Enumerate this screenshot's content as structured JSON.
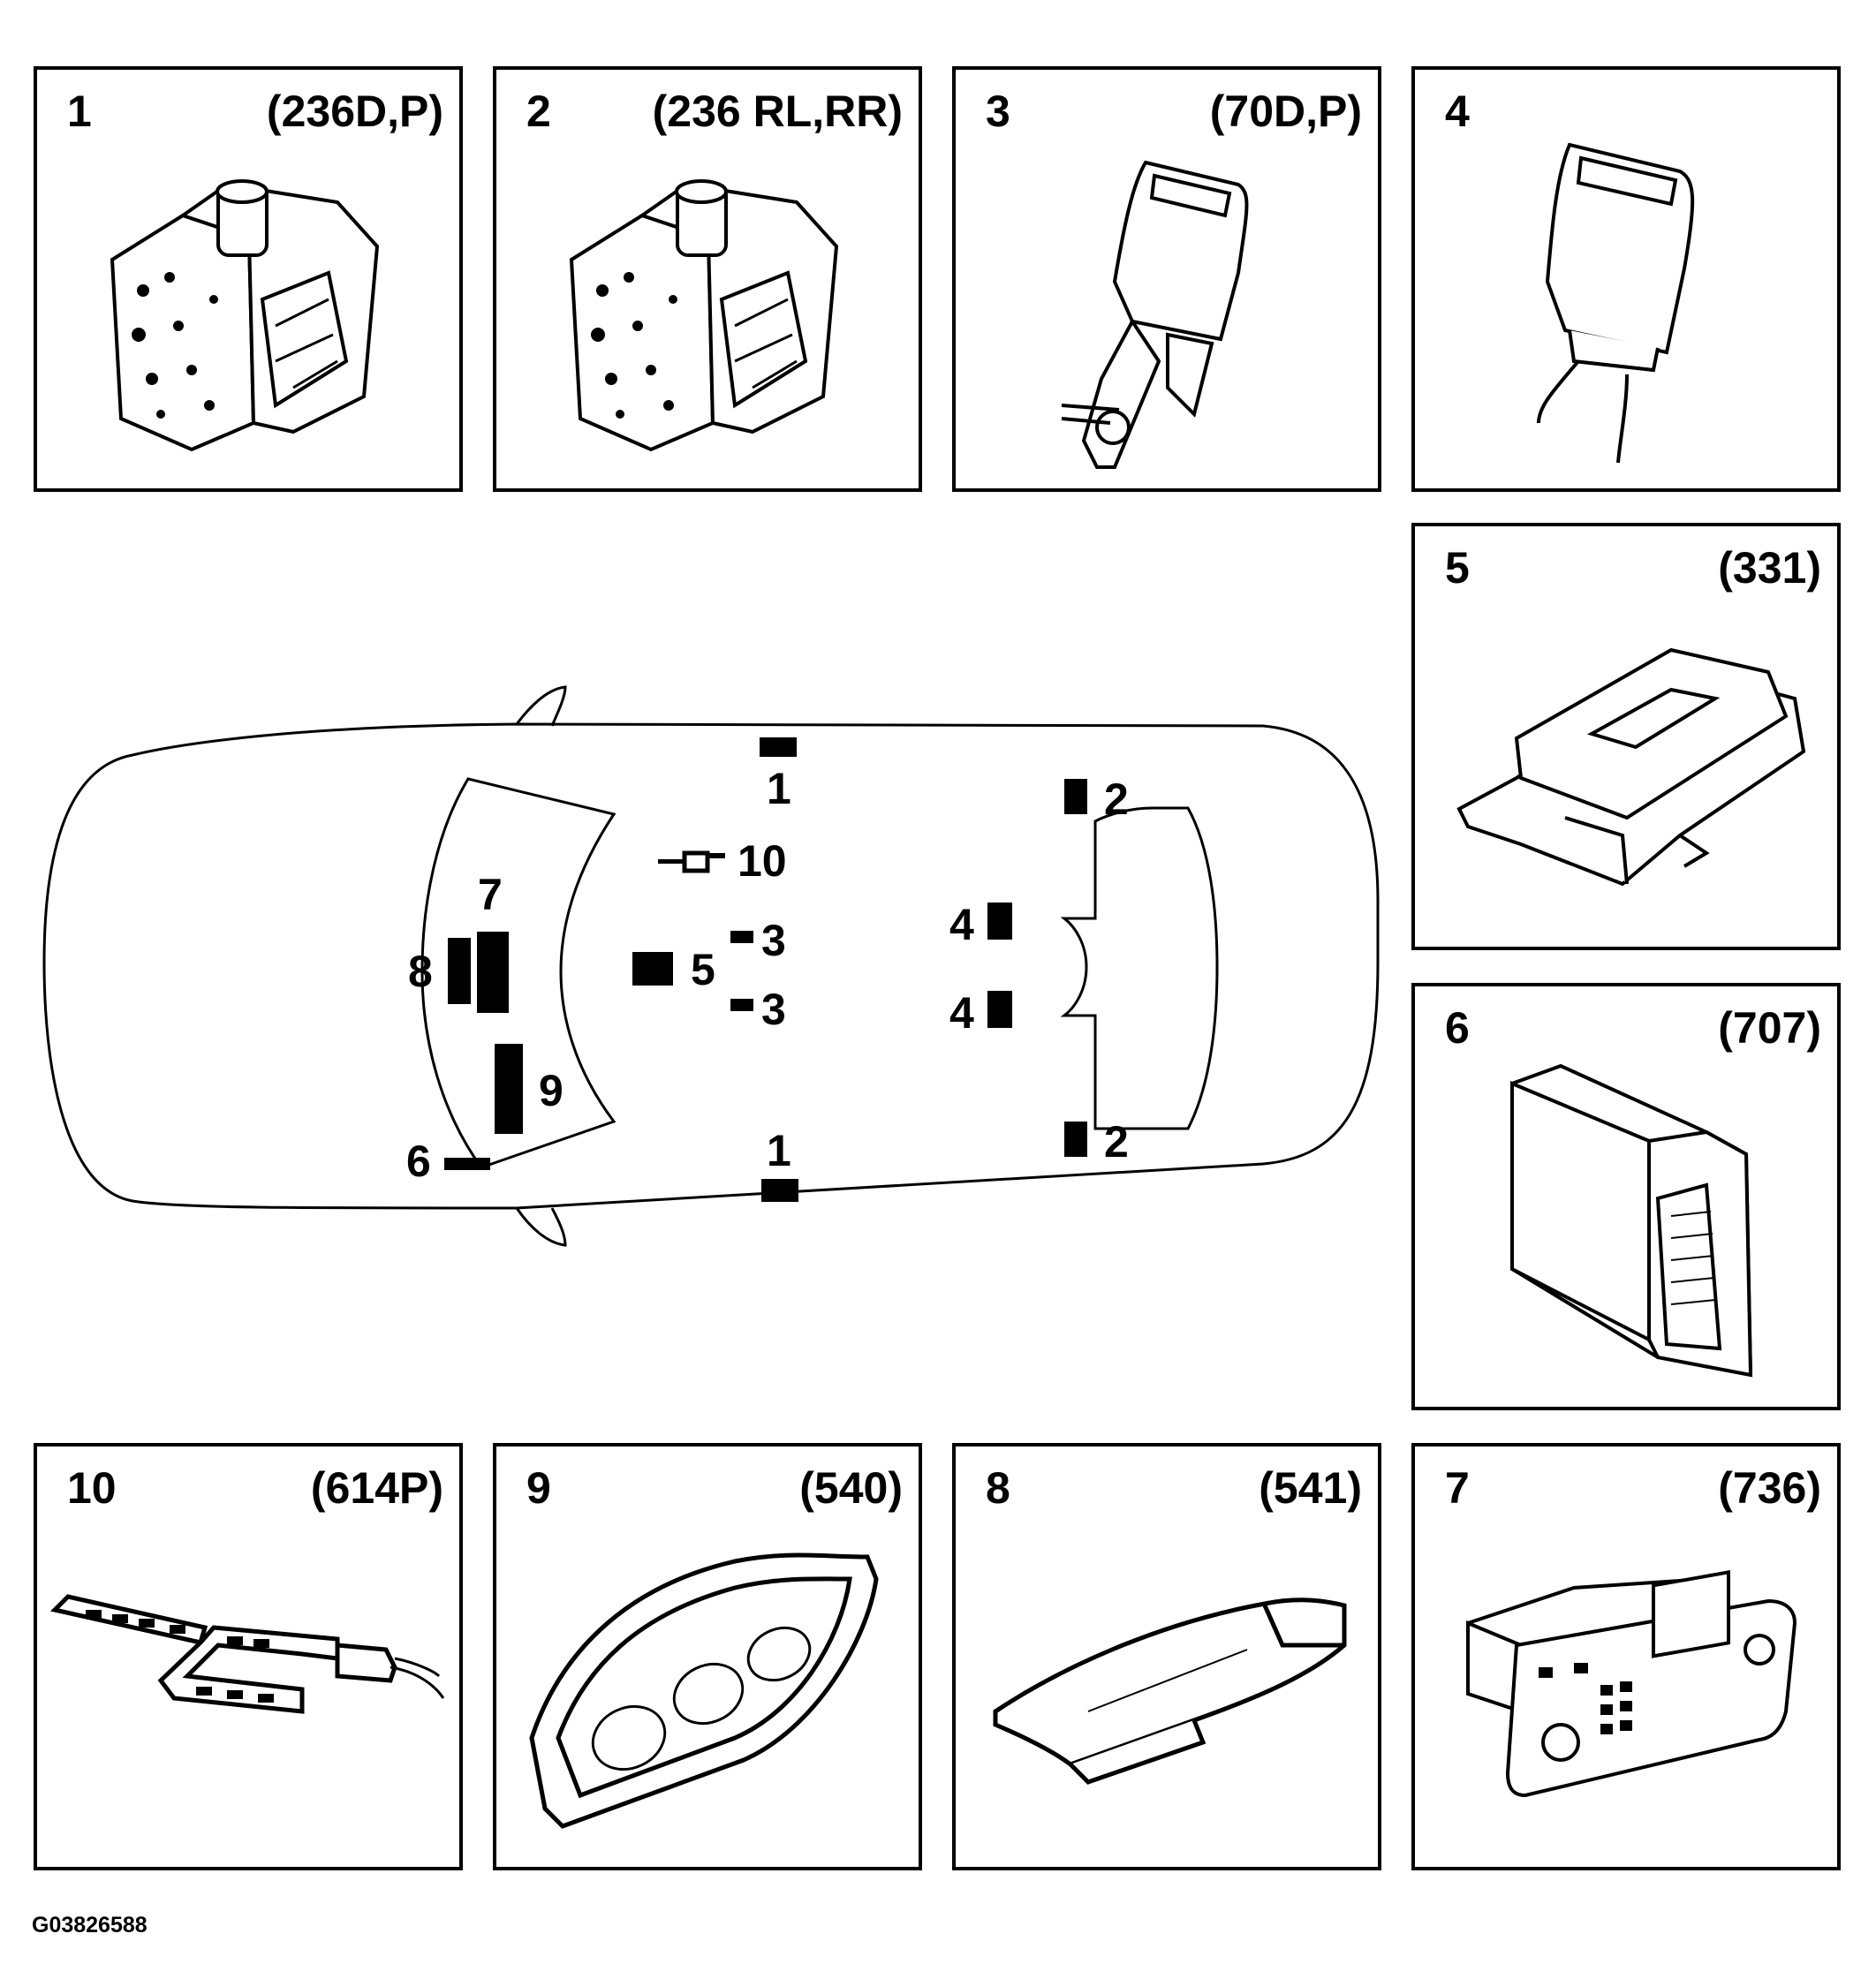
{
  "panels": [
    {
      "number": "1",
      "code": "(236D,P)",
      "icon": "seat-belt-pretensioner-icon"
    },
    {
      "number": "2",
      "code": "(236 RL,RR)",
      "icon": "seat-belt-pretensioner-icon"
    },
    {
      "number": "3",
      "code": "(70D,P)",
      "icon": "seat-belt-buckle-icon"
    },
    {
      "number": "4",
      "code": "",
      "icon": "seat-belt-buckle-icon"
    },
    {
      "number": "5",
      "code": "(331)",
      "icon": "airbag-control-module-icon"
    },
    {
      "number": "6",
      "code": "(707)",
      "icon": "electronic-module-icon"
    },
    {
      "number": "7",
      "code": "(736)",
      "icon": "climate-control-panel-icon"
    },
    {
      "number": "8",
      "code": "(541)",
      "icon": "instrument-display-icon"
    },
    {
      "number": "9",
      "code": "(540)",
      "icon": "instrument-cluster-icon"
    },
    {
      "number": "10",
      "code": "(614P)",
      "icon": "occupant-sensor-mat-icon"
    }
  ],
  "car_labels": {
    "front_left_1": "1",
    "front_right_1": "1",
    "rear_left_2": "2",
    "rear_right_2": "2",
    "buckle_left_3": "3",
    "buckle_right_3": "3",
    "rear_buckle_4a": "4",
    "rear_buckle_4b": "4",
    "module_5": "5",
    "module_6": "6",
    "panel_7": "7",
    "display_8": "8",
    "cluster_9": "9",
    "sensor_10": "10"
  },
  "figure_id": "G03826588"
}
